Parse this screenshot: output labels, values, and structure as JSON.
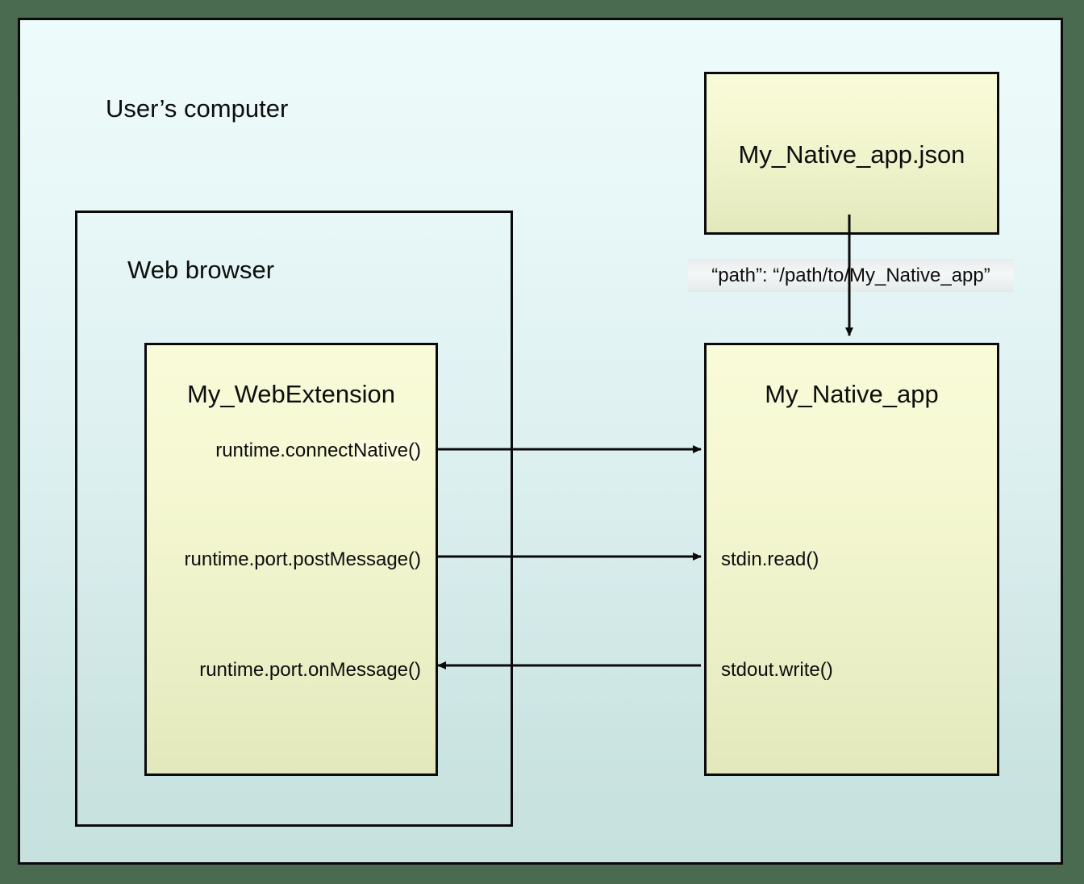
{
  "diagram": {
    "title_regions": {
      "users_computer": "User’s computer",
      "web_browser": "Web browser"
    },
    "boxes": {
      "manifest": "My_Native_app.json",
      "extension": "My_WebExtension",
      "native_app": "My_Native_app"
    },
    "annotations": {
      "path_entry": "“path”: “/path/to/My_Native_app”"
    },
    "extension_api": {
      "connect": {
        "prefix": "runtime.connect",
        "highlight": "Native()"
      },
      "post_message": "runtime.port.postMessage()",
      "on_message": "runtime.port.onMessage()"
    },
    "native_api": {
      "stdin": "stdin.read()",
      "stdout": "stdout.write()"
    },
    "colors": {
      "page_background": "#4a6b50",
      "canvas_top": "#eefbfb",
      "canvas_bottom": "#c6e1de",
      "box_fill_top": "#f9fbd9",
      "box_fill_bottom": "#e3e8bc",
      "stroke": "#0a0a0a",
      "chip_fill": "#eaeeee",
      "highlight": "#fcfce0"
    }
  }
}
